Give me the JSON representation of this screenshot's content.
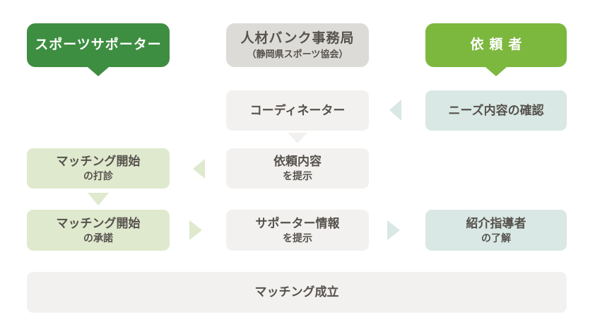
{
  "palette": {
    "bg": "#ffffff",
    "dark_green": "#3e8e41",
    "light_green": "#7cb83e",
    "gray_box": "#dcdbd8",
    "offwhite_box": "#f2f1ef",
    "mint_box": "#d9e8e4",
    "pale_green_box": "#dfe9ce",
    "text_dark": "#56524d",
    "text_white": "#ffffff"
  },
  "headers": {
    "supporter": "スポーツサポーター",
    "office_line1": "人材バンク事務局",
    "office_line2": "（静岡県スポーツ協会）",
    "requester": "依頼者"
  },
  "boxes": {
    "coordinator": "コーディネーター",
    "needs_check": "ニーズ内容の確認",
    "sounding": {
      "line1": "マッチング開始",
      "line2": "の打診"
    },
    "request_present": {
      "line1": "依頼内容",
      "line2": "を提示"
    },
    "accept": {
      "line1": "マッチング開始",
      "line2": "の承諾"
    },
    "supporter_info": {
      "line1": "サポーター情報",
      "line2": "を提示"
    },
    "instructor_consent": {
      "line1": "紹介指導者",
      "line2": "の了解"
    },
    "matching_done": "マッチング成立"
  },
  "arrows": [
    {
      "name": "supporter-header-tail",
      "direction": "down",
      "color": "#3e8e41"
    },
    {
      "name": "requester-header-tail",
      "direction": "down",
      "color": "#7cb83e"
    },
    {
      "name": "needs-check-to-coordinator",
      "direction": "left",
      "color": "#d9e8e4"
    },
    {
      "name": "coordinator-to-request-present",
      "direction": "down",
      "color": "#f2f1ef"
    },
    {
      "name": "request-present-to-sounding",
      "direction": "left",
      "color": "#dfe9ce"
    },
    {
      "name": "sounding-to-accept",
      "direction": "down",
      "color": "#dfe9ce"
    },
    {
      "name": "accept-to-supporter-info",
      "direction": "right",
      "color": "#dfe9ce"
    },
    {
      "name": "supporter-info-to-instructor-consent",
      "direction": "right",
      "color": "#d9e8e4"
    }
  ]
}
